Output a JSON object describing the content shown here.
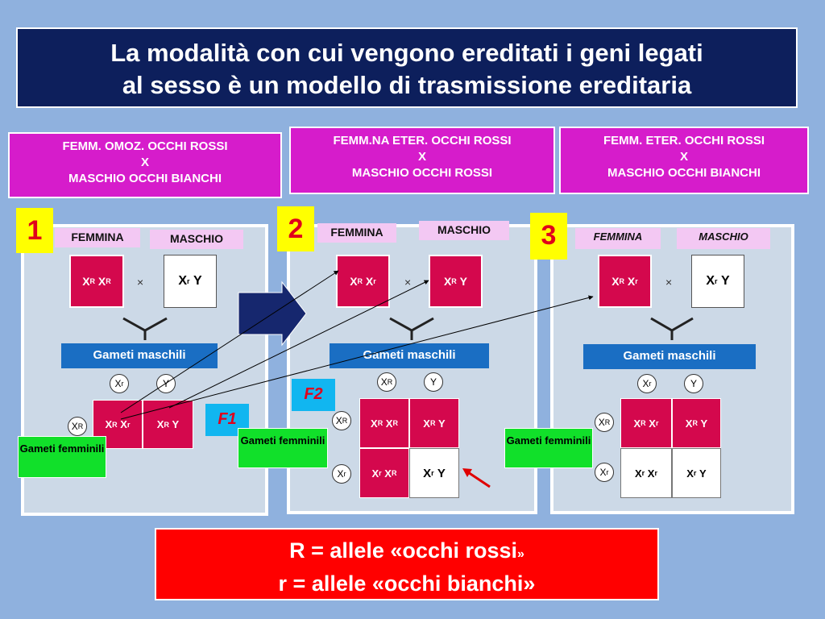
{
  "title": {
    "line1": "La modalità con cui vengono ereditati i geni legati",
    "line2": "al sesso è un modello di trasmissione ereditaria"
  },
  "crosses": [
    {
      "line1": "FEMM. OMOZ. OCCHI ROSSI",
      "line2": "X",
      "line3": "MASCHIO OCCHI BIANCHI"
    },
    {
      "line1": "FEMM.NA ETER. OCCHI ROSSI",
      "line2": "X",
      "line3": "MASCHIO OCCHI ROSSI"
    },
    {
      "line1": "FEMM. ETER. OCCHI ROSSI",
      "line2": "X",
      "line3": "MASCHIO OCCHI BIANCHI"
    }
  ],
  "panels": [
    {
      "number": "1",
      "female_label": "FEMMINA",
      "male_label": "MASCHIO",
      "cross_symbol": "×",
      "gameti_maschili": "Gameti maschili",
      "gameti_femminili": "Gameti femminili",
      "generation_label": "F1"
    },
    {
      "number": "2",
      "female_label": "FEMMINA",
      "male_label": "MASCHIO",
      "cross_symbol": "×",
      "gameti_maschili": "Gameti maschili",
      "gameti_femminili": "Gameti femminili",
      "generation_label": "F2"
    },
    {
      "number": "3",
      "female_label": "FEMMINA",
      "male_label": "MASCHIO",
      "cross_symbol": "×",
      "gameti_maschili": "Gameti maschili",
      "gameti_femminili": "Gameti femminili"
    }
  ],
  "legend": {
    "line1_main": "R = allele «occhi rossi",
    "line1_end": "»",
    "line2": "r = allele «occhi bianchi»"
  },
  "colors": {
    "background": "#8fb1de",
    "title_bg": "#0d1f5c",
    "cross_bg": "#d61ccb",
    "genotype_red": "#d4084d",
    "gameti_maschili_bg": "#1a6ec3",
    "gameti_femminili_bg": "#11e02a",
    "legend_bg": "#ff0000",
    "number_bg": "#ffff00"
  }
}
